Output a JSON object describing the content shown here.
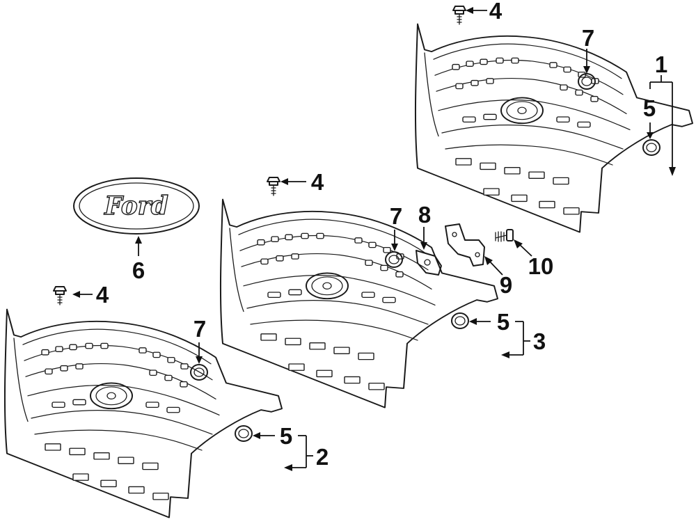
{
  "callouts": [
    {
      "id": "c1",
      "text": "1"
    },
    {
      "id": "c2",
      "text": "2"
    },
    {
      "id": "c3",
      "text": "3"
    },
    {
      "id": "c4a",
      "text": "4"
    },
    {
      "id": "c4b",
      "text": "4"
    },
    {
      "id": "c4c",
      "text": "4"
    },
    {
      "id": "c5a",
      "text": "5"
    },
    {
      "id": "c5b",
      "text": "5"
    },
    {
      "id": "c5c",
      "text": "5"
    },
    {
      "id": "c6",
      "text": "6"
    },
    {
      "id": "c7a",
      "text": "7"
    },
    {
      "id": "c7b",
      "text": "7"
    },
    {
      "id": "c7c",
      "text": "7"
    },
    {
      "id": "c8",
      "text": "8"
    },
    {
      "id": "c9",
      "text": "9"
    },
    {
      "id": "c10",
      "text": "10"
    }
  ],
  "emblem": {
    "text": "Ford"
  }
}
